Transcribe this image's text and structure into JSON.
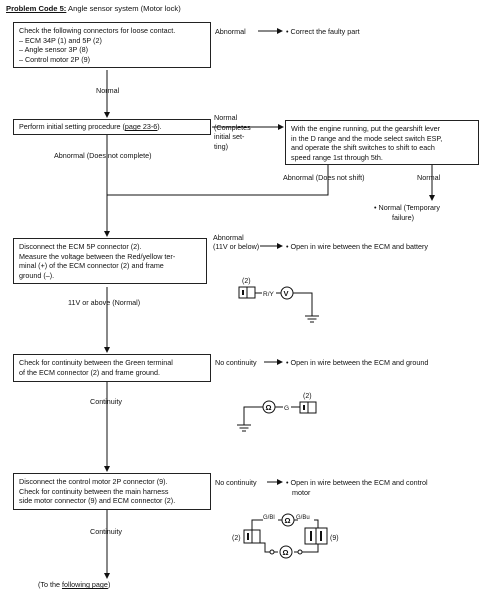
{
  "header": {
    "title": "Problem Code 5:",
    "subtitle": "Angle sensor system (Motor lock)"
  },
  "step1": {
    "lines": [
      "Check the following connectors for loose contact.",
      "– ECM 34P (1) and 5P (2)",
      "– Angle sensor 3P (8)",
      "– Control motor 2P (9)"
    ],
    "abnormal_label": "Abnormal",
    "abnormal_result": "• Correct the faulty part",
    "normal_label": "Normal"
  },
  "step2": {
    "prefix": "Perform initial setting procedure (",
    "link": "page 23-6",
    "suffix": ").",
    "normal_label_lines": [
      "Normal",
      "(Completes",
      "initial set-",
      "ting)"
    ],
    "abnormal_label": "Abnormal (Does not complete)"
  },
  "step2b": {
    "lines": [
      "With the engine running, put the gearshift lever",
      "in the D range and the mode select switch ESP,",
      "and operate the shift switches to shift to each",
      "speed range 1st through 5th."
    ],
    "abnormal_label": "Abnormal (Does not shift)",
    "normal_label": "Normal",
    "normal_result_lines": [
      "• Normal (Temporary",
      "failure)"
    ]
  },
  "step3": {
    "lines": [
      "Disconnect the ECM 5P connector (2).",
      "Measure the voltage between the Red/yellow ter-",
      "minal (+) of the ECM connector (2) and frame",
      "ground (–)."
    ],
    "abnormal_label_lines": [
      "Abnormal",
      "(11V or below)"
    ],
    "abnormal_result": "• Open in wire between the ECM and battery",
    "normal_label": "11V or above (Normal)",
    "diagram": {
      "connector_ref": "(2)",
      "wire_label": "R/Y",
      "meter": "V"
    }
  },
  "step4": {
    "lines": [
      "Check for continuity between the Green terminal",
      "of the ECM connector (2) and frame ground."
    ],
    "fail_label": "No continuity",
    "fail_result": "• Open in wire between the ECM and ground",
    "pass_label": "Continuity",
    "diagram": {
      "connector_ref": "(2)",
      "wire_label": "G",
      "meter": "Ω"
    }
  },
  "step5": {
    "lines": [
      "Disconnect the control motor 2P connector (9).",
      "Check for continuity between the main harness",
      "side motor connector (9) and ECM connector (2)."
    ],
    "fail_label": "No continuity",
    "fail_result_lines": [
      "• Open in wire between the ECM and control",
      "motor"
    ],
    "pass_label": "Continuity",
    "diagram": {
      "left_ref": "(2)",
      "right_ref": "(9)",
      "wire_label_1": "G/Bl",
      "wire_label_2": "G/Bu",
      "meter": "Ω"
    }
  },
  "footer": {
    "prefix": "(To the ",
    "link": "following page",
    "suffix": ")"
  }
}
